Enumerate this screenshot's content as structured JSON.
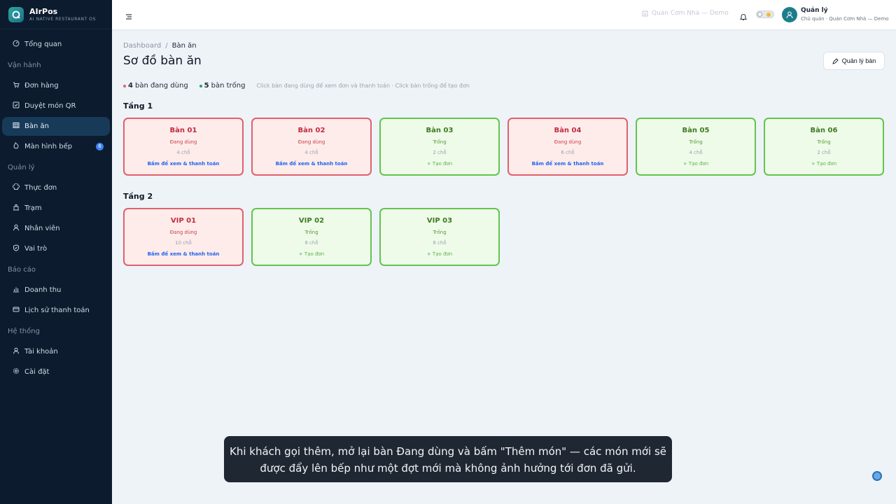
{
  "brand": {
    "name": "AIrPos",
    "tagline": "AI NATIVE RESTAURANT OS"
  },
  "sidebar": {
    "items": [
      {
        "type": "item",
        "label": "Tổng quan",
        "icon": "gauge-icon"
      },
      {
        "type": "section",
        "label": "Vận hành"
      },
      {
        "type": "item",
        "label": "Đơn hàng",
        "icon": "cart-icon"
      },
      {
        "type": "item",
        "label": "Duyệt món QR",
        "icon": "check-square-icon"
      },
      {
        "type": "item",
        "label": "Bàn ăn",
        "icon": "grid-icon",
        "active": true
      },
      {
        "type": "item",
        "label": "Màn hình bếp",
        "icon": "flame-icon",
        "badge": "6"
      },
      {
        "type": "section",
        "label": "Quản lý"
      },
      {
        "type": "item",
        "label": "Thực đơn",
        "icon": "chef-hat-icon"
      },
      {
        "type": "item",
        "label": "Trạm",
        "icon": "station-icon"
      },
      {
        "type": "item",
        "label": "Nhân viên",
        "icon": "user-icon"
      },
      {
        "type": "item",
        "label": "Vai trò",
        "icon": "shield-icon"
      },
      {
        "type": "section",
        "label": "Báo cáo"
      },
      {
        "type": "item",
        "label": "Doanh thu",
        "icon": "bar-chart-icon"
      },
      {
        "type": "item",
        "label": "Lịch sử thanh toán",
        "icon": "credit-card-icon"
      },
      {
        "type": "section",
        "label": "Hệ thống"
      },
      {
        "type": "item",
        "label": "Tài khoản",
        "icon": "user-icon"
      },
      {
        "type": "item",
        "label": "Cài đặt",
        "icon": "gear-icon"
      }
    ]
  },
  "header": {
    "store": "Quán Cơm Nhà — Demo",
    "user_name": "Quản lý",
    "user_role": "Chủ quán · Quán Cơm Nhà — Demo"
  },
  "breadcrumb": {
    "root": "Dashboard",
    "separator": "/",
    "current": "Bàn ăn"
  },
  "page": {
    "title": "Sơ đồ bàn ăn",
    "manage_button": "Quản lý bàn",
    "stats": {
      "busy_count": "4",
      "busy_label": "bàn đang dùng",
      "free_count": "5",
      "free_label": "bàn trống",
      "hint": "Click bàn đang dùng để xem đơn và thanh toán · Click bàn trống để tạo đơn"
    }
  },
  "floors": [
    {
      "title": "Tầng 1",
      "tables": [
        {
          "name": "Bàn 01",
          "state": "busy",
          "status": "Đang dùng",
          "seats": "4 chỗ",
          "action": "Bấm để xem & thanh toán"
        },
        {
          "name": "Bàn 02",
          "state": "busy",
          "status": "Đang dùng",
          "seats": "4 chỗ",
          "action": "Bấm để xem & thanh toán"
        },
        {
          "name": "Bàn 03",
          "state": "free",
          "status": "Trống",
          "seats": "2 chỗ",
          "action": "+ Tạo đơn"
        },
        {
          "name": "Bàn 04",
          "state": "busy",
          "status": "Đang dùng",
          "seats": "6 chỗ",
          "action": "Bấm để xem & thanh toán"
        },
        {
          "name": "Bàn 05",
          "state": "free",
          "status": "Trống",
          "seats": "4 chỗ",
          "action": "+ Tạo đơn"
        },
        {
          "name": "Bàn 06",
          "state": "free",
          "status": "Trống",
          "seats": "2 chỗ",
          "action": "+ Tạo đơn"
        }
      ]
    },
    {
      "title": "Tầng 2",
      "tables": [
        {
          "name": "VIP 01",
          "state": "busy",
          "status": "Đang dùng",
          "seats": "10 chỗ",
          "action": "Bấm để xem & thanh toán"
        },
        {
          "name": "VIP 02",
          "state": "free",
          "status": "Trống",
          "seats": "8 chỗ",
          "action": "+ Tạo đơn"
        },
        {
          "name": "VIP 03",
          "state": "free",
          "status": "Trống",
          "seats": "8 chỗ",
          "action": "+ Tạo đơn"
        }
      ]
    }
  ],
  "toast": {
    "line1": "Khi khách gọi thêm, mở lại bàn Đang dùng và bấm \"Thêm món\" — các món mới sẽ",
    "line2": "được đẩy lên bếp như một đợt mới mà không ảnh hưởng tới đơn đã gửi."
  },
  "colors": {
    "busy": "#e0606e",
    "free": "#64c44e",
    "sidebar_bg": "#0c1b2e",
    "accent": "#2563eb"
  }
}
